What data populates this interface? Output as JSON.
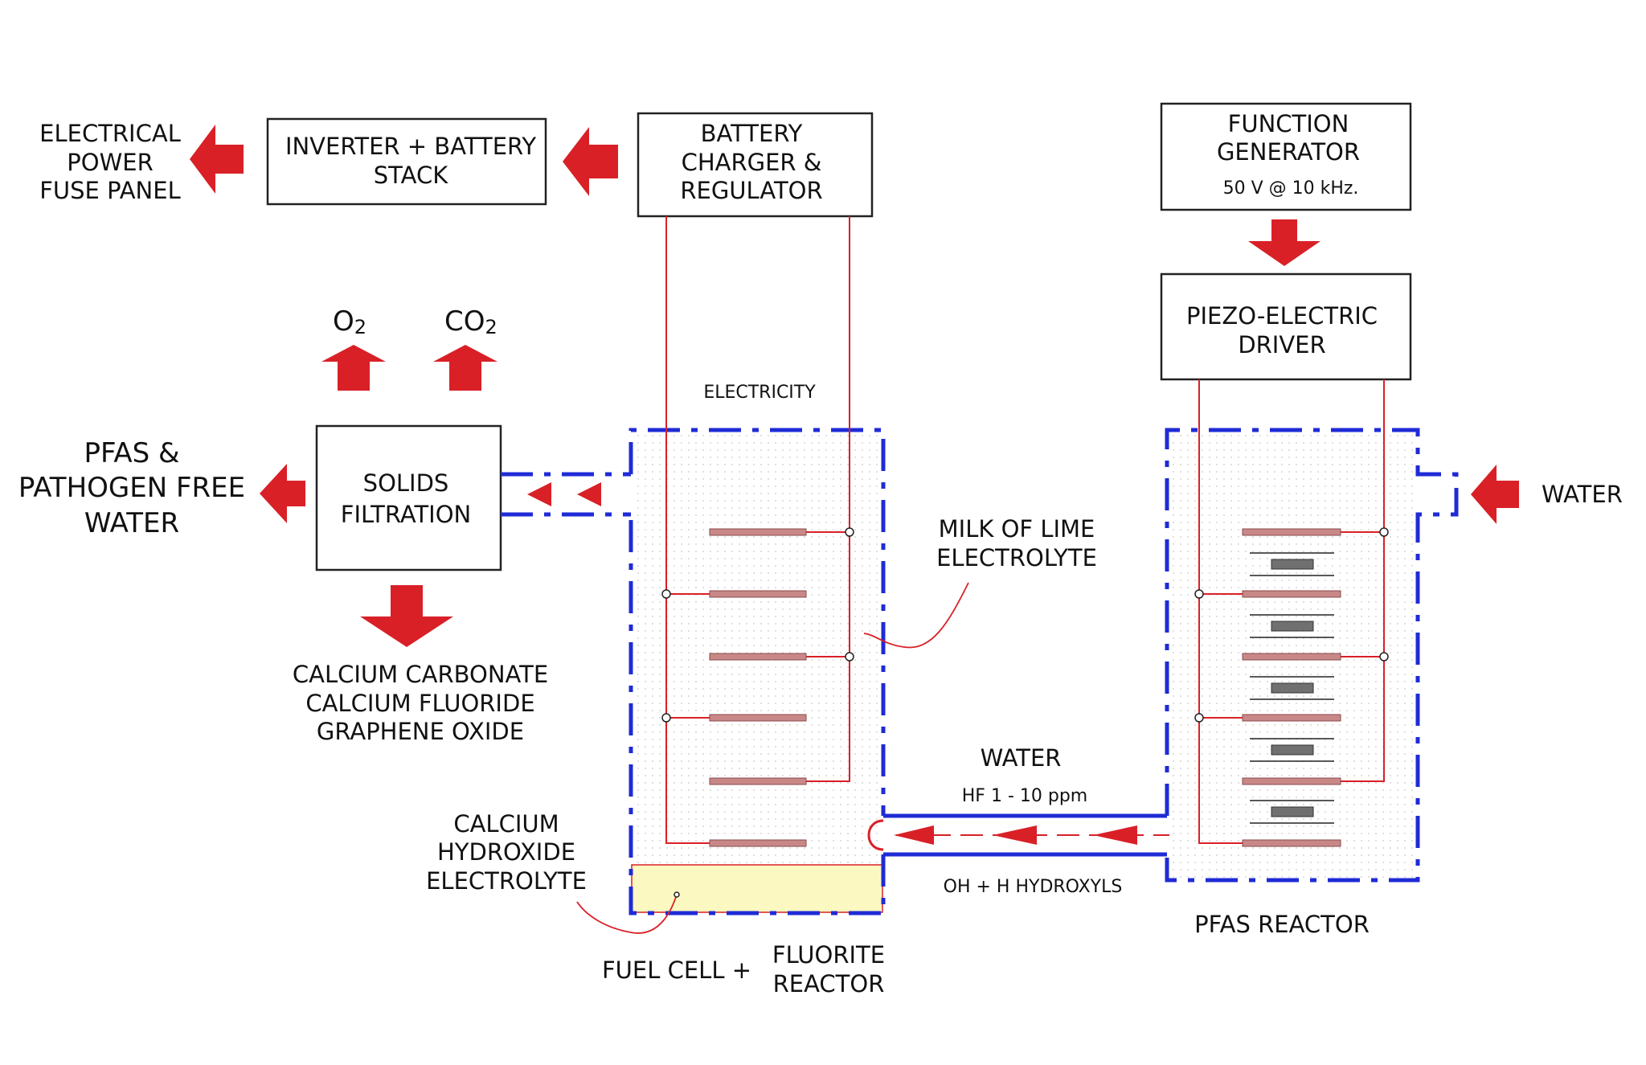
{
  "colors": {
    "arrow": "#d92027",
    "wire": "#d92027",
    "vessel": "#1f2bd6",
    "box_stroke": "#222222",
    "electrode": "#c98888",
    "piezo": "#707070",
    "sediment": "#fbf8c2"
  },
  "labels": {
    "electrical_power": [
      "ELECTRICAL",
      "POWER",
      "FUSE PANEL"
    ],
    "inverter": [
      "INVERTER  + BATTERY",
      "STACK"
    ],
    "battery_charger": [
      "BATTERY",
      "CHARGER &",
      "REGULATOR"
    ],
    "function_generator": [
      "FUNCTION",
      "GENERATOR"
    ],
    "function_generator_spec": "50 V @ 10 kHz.",
    "piezo_driver": [
      "PIEZO-ELECTRIC",
      "DRIVER"
    ],
    "o2": "O",
    "o2_sub": "2",
    "co2": "CO",
    "co2_sub": "2",
    "electricity": "ELECTRICITY",
    "pfas_free_water": [
      "PFAS  &",
      "PATHOGEN FREE",
      "WATER"
    ],
    "solids_filtration": [
      "SOLIDS",
      "FILTRATION"
    ],
    "milk_of_lime": [
      "MILK OF LIME",
      "ELECTROLYTE"
    ],
    "water_in": "WATER",
    "byproducts": [
      "CALCIUM CARBONATE",
      "CALCIUM FLUORIDE",
      "GRAPHENE OXIDE"
    ],
    "water_transfer": "WATER",
    "hf_ppm": "HF  1 - 10  ppm",
    "calcium_hydroxide": [
      "CALCIUM",
      "HYDROXIDE",
      "ELECTROLYTE"
    ],
    "hydroxyls": "OH + H  HYDROXYLS",
    "pfas_reactor": "PFAS REACTOR",
    "fuel_cell": "FUEL CELL  +",
    "fluorite_reactor": [
      "FLUORITE",
      "REACTOR"
    ]
  }
}
